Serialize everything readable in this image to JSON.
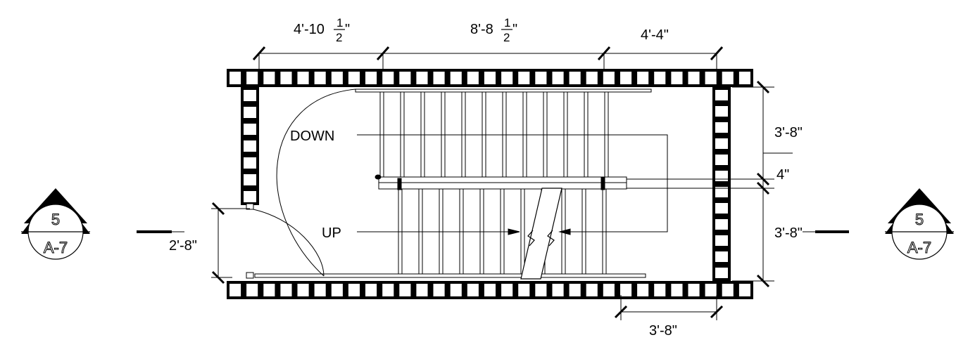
{
  "dimensions": {
    "top_left": {
      "whole": "4'-10",
      "num": "1",
      "den": "2",
      "unit": "\""
    },
    "top_middle": {
      "whole": "8'-8",
      "num": "1",
      "den": "2",
      "unit": "\""
    },
    "top_right": "4'-4\"",
    "right_upper": "3'-8\"",
    "right_middle": "4\"",
    "right_lower": "3'-8\"",
    "left_door": "2'-8\"",
    "bottom_right": "3'-8\""
  },
  "labels": {
    "down": "DOWN",
    "up": "UP"
  },
  "section_tags": {
    "left": {
      "number": "5",
      "sheet": "A-7"
    },
    "right": {
      "number": "5",
      "sheet": "A-7"
    }
  }
}
